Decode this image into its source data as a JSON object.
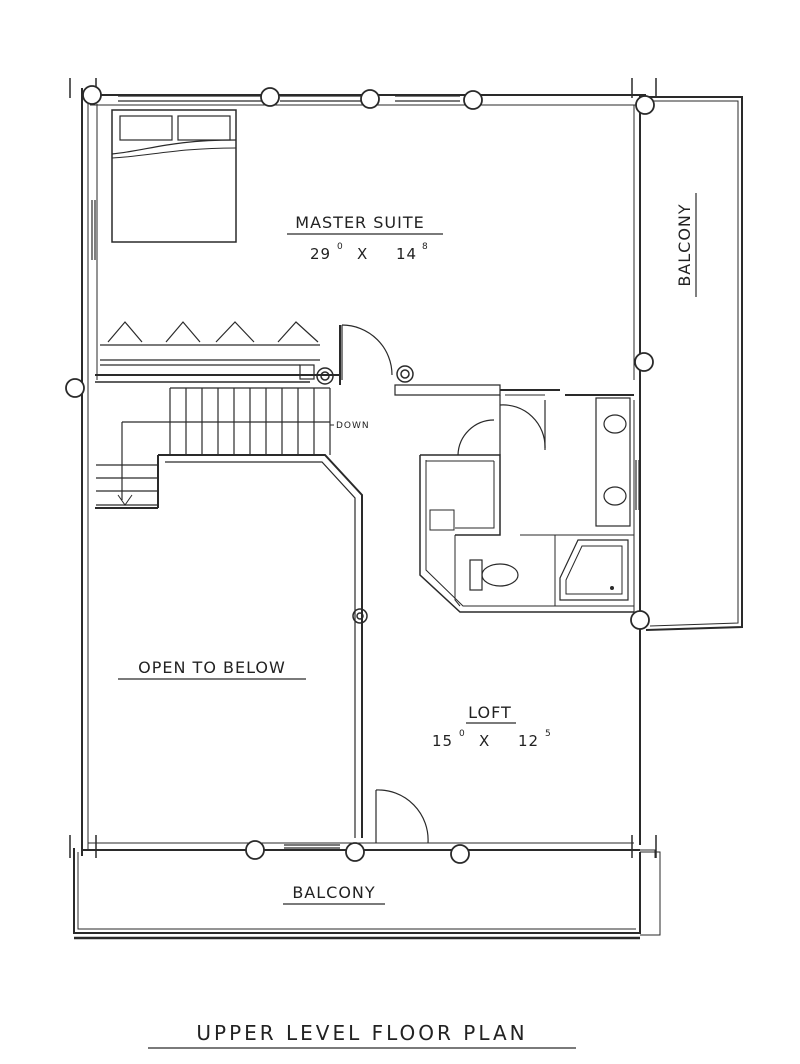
{
  "plan_title": "UPPER LEVEL FLOOR PLAN",
  "rooms": {
    "master_suite": {
      "name": "MASTER SUITE",
      "dim_a": "29",
      "dim_a_sup": "0",
      "dim_sep": "X",
      "dim_b": "14",
      "dim_b_sup": "8"
    },
    "loft": {
      "name": "LOFT",
      "dim_a": "15",
      "dim_a_sup": "0",
      "dim_sep": "X",
      "dim_b": "12",
      "dim_b_sup": "5"
    },
    "open_to_below": {
      "name": "OPEN TO BELOW"
    },
    "balcony_right": {
      "name": "BALCONY"
    },
    "balcony_bottom": {
      "name": "BALCONY"
    }
  },
  "stair_label": "DOWN",
  "colors": {
    "line": "#2a2a2a",
    "background": "#ffffff"
  }
}
